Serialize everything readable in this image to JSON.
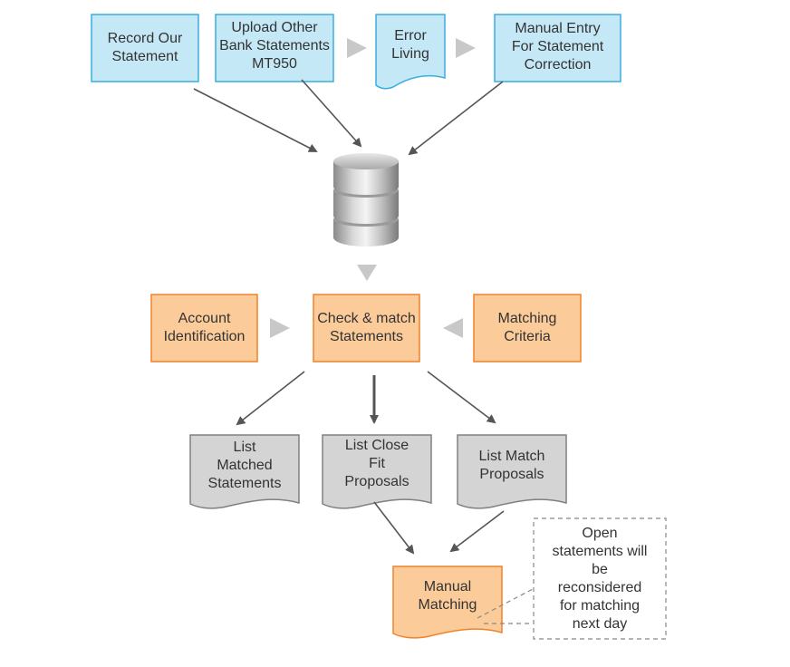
{
  "nodes": {
    "record_statement": "Record Our\nStatement",
    "upload_statements": "Upload Other\nBank Statements\nMT950",
    "error_living": "Error\nLiving",
    "manual_entry": "Manual Entry\nFor Statement\nCorrection",
    "account_identification": "Account\nIdentification",
    "check_match": "Check & match\nStatements",
    "matching_criteria": "Matching\nCriteria",
    "list_matched": "List\nMatched\nStatements",
    "list_close_fit": "List Close\nFit\nProposals",
    "list_match_proposals": "List Match\nProposals",
    "manual_matching": "Manual\nMatching",
    "open_statements_note": "Open\nstatements will\nbe\nreconsidered\nfor matching\nnext day"
  },
  "colors": {
    "blue_fill": "#c5e8f7",
    "blue_border": "#3aaedc",
    "orange_fill": "#fccb9a",
    "orange_border": "#f0822a",
    "gray_fill": "#d4d4d4",
    "gray_border": "#808080",
    "arrow": "#555555",
    "chevron": "#c8c8c8",
    "note_border": "#888888"
  }
}
